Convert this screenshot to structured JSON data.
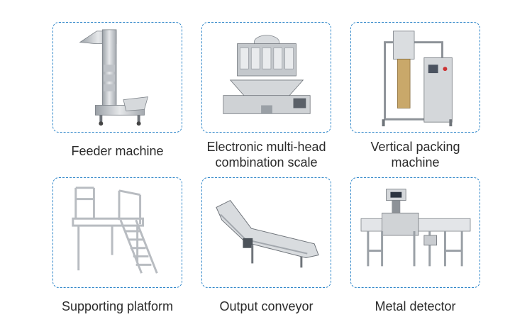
{
  "products": [
    {
      "id": "feeder",
      "label": "Feeder machine"
    },
    {
      "id": "multihead",
      "label_line1": "Electronic multi-head",
      "label_line2": "combination scale"
    },
    {
      "id": "vertical",
      "label_line1": "Vertical packing",
      "label_line2": "machine"
    },
    {
      "id": "platform",
      "label": "Supporting platform"
    },
    {
      "id": "conveyor",
      "label": "Output conveyor"
    },
    {
      "id": "detector",
      "label": "Metal detector"
    }
  ],
  "colors": {
    "card_border": "#2f86c9",
    "caption_text": "#2b2b2b",
    "metal": "#c9ccd0",
    "metal_dark": "#8d9298"
  }
}
